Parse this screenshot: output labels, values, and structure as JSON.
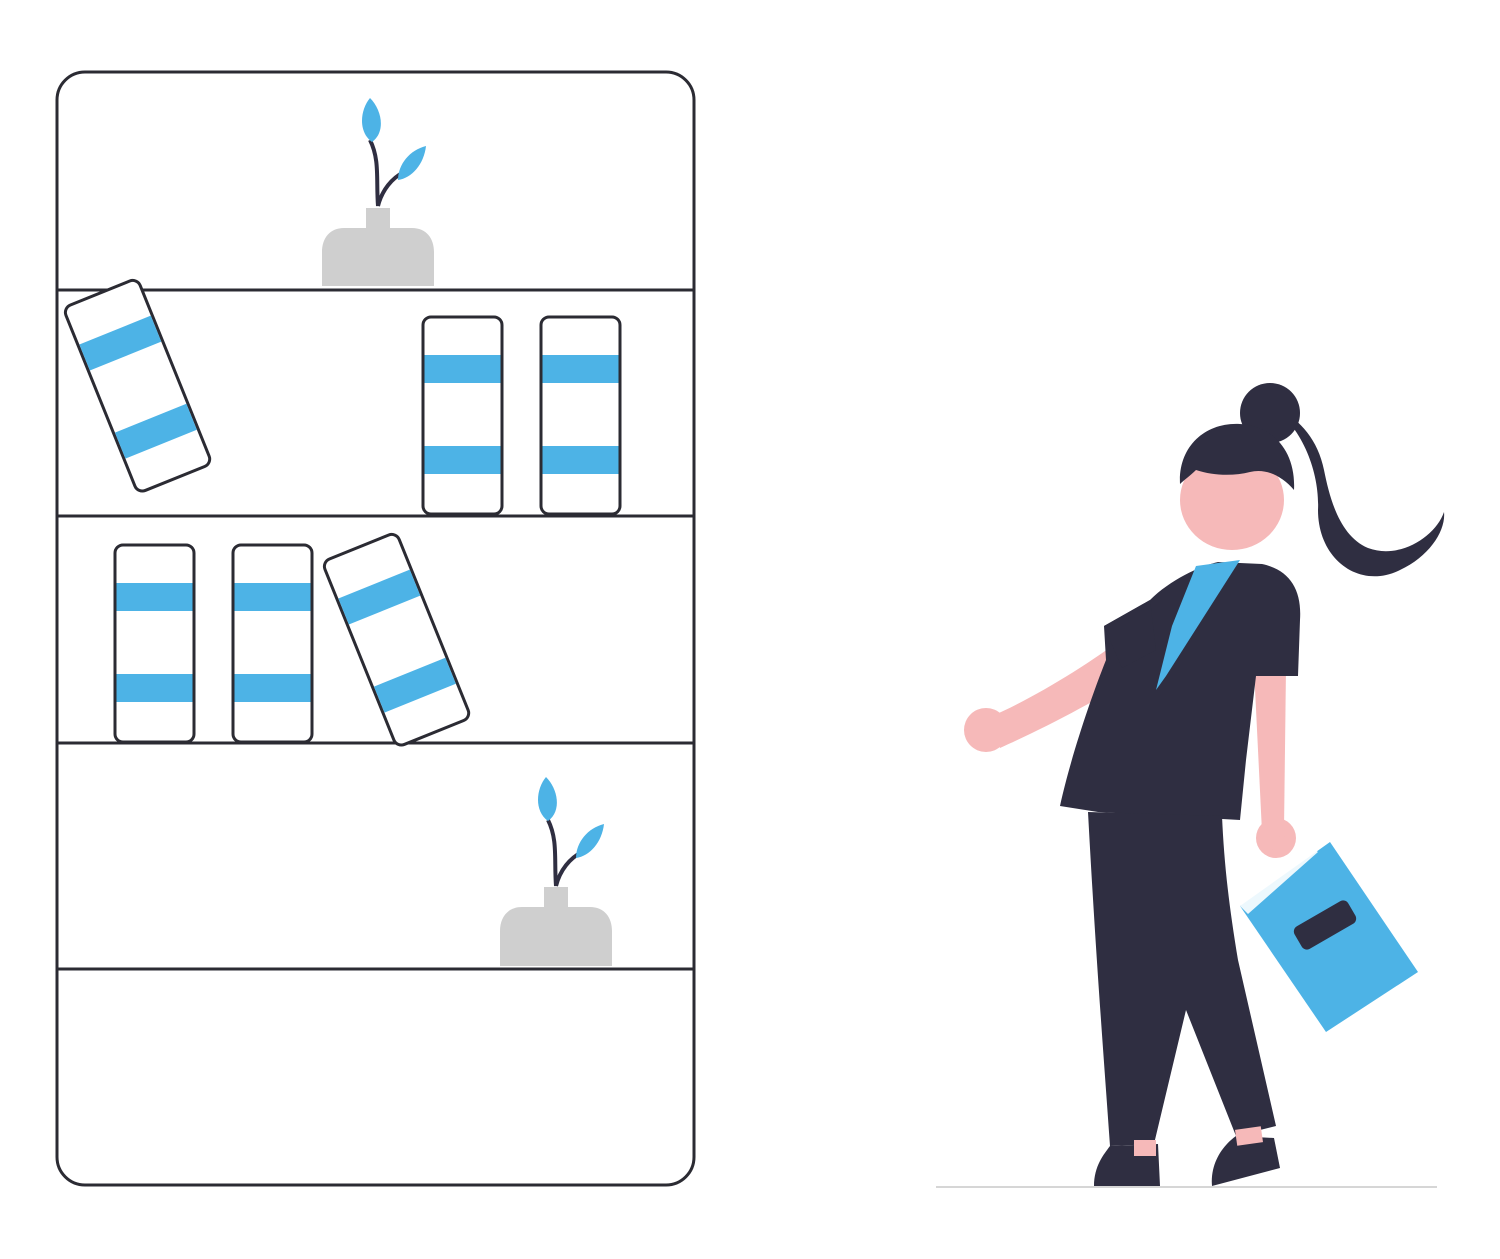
{
  "colors": {
    "background": "#ffffff",
    "outline": "#2b2b33",
    "accent_blue": "#4db3e6",
    "vase_gray": "#cfcfcf",
    "dark_clothing": "#2f2e41",
    "skin": "#f6b9b9",
    "ground_line": "#d6d6d6"
  },
  "illustration": {
    "bookshelf": {
      "shelf_count": 5,
      "books_upper": 3,
      "books_lower": 3,
      "plants": 2
    },
    "person": {
      "holding": "book-icon",
      "hair": "ponytail"
    }
  }
}
